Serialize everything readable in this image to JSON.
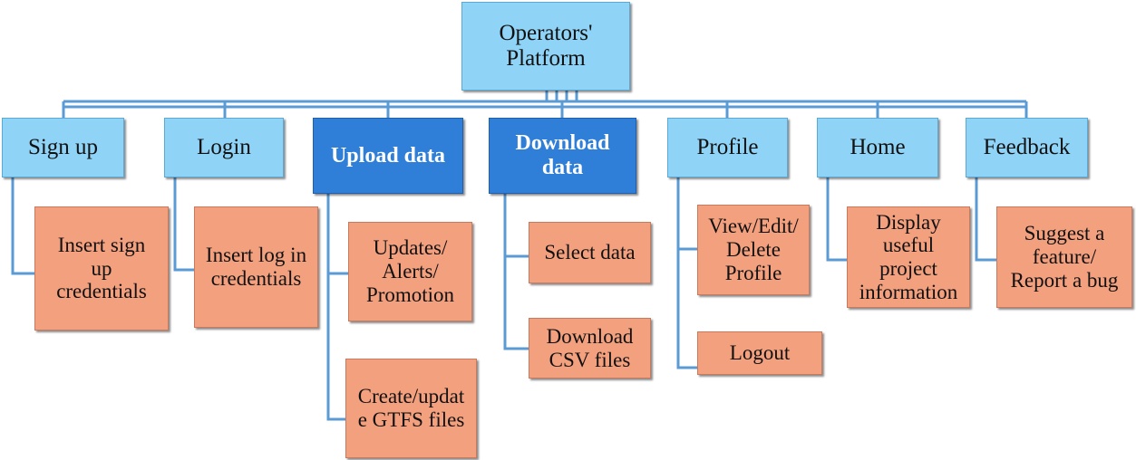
{
  "colors": {
    "menu_box": "#8fd3f7",
    "highlight_box": "#2f7fd9",
    "action_box": "#f3a07f",
    "connector": "#5b9bd5"
  },
  "root": {
    "label": "Operators'\nPlatform"
  },
  "menus": [
    {
      "id": "sign-up",
      "label": "Sign up",
      "children": [
        "Insert sign\nup\ncredentials"
      ]
    },
    {
      "id": "login",
      "label": "Login",
      "children": [
        "Insert log in\ncredentials"
      ]
    },
    {
      "id": "upload-data",
      "label": "Upload data",
      "children": [
        "Updates/\nAlerts/\nPromotion",
        "Create/updat\ne GTFS files"
      ]
    },
    {
      "id": "download-data",
      "label": "Download\ndata",
      "children": [
        "Select data",
        "Download\nCSV files"
      ]
    },
    {
      "id": "profile",
      "label": "Profile",
      "children": [
        "View/Edit/\nDelete\nProfile",
        "Logout"
      ]
    },
    {
      "id": "home",
      "label": "Home",
      "children": [
        "Display\nuseful\nproject\ninformation"
      ]
    },
    {
      "id": "feedback",
      "label": "Feedback",
      "children": [
        "Suggest a\nfeature/\nReport a bug"
      ]
    }
  ]
}
